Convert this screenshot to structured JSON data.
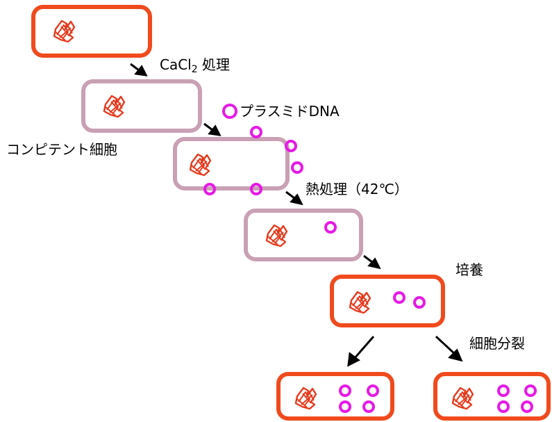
{
  "labels": {
    "cacl2_main": "CaCl",
    "cacl2_sub": "2",
    "cacl2_suffix": "処理",
    "plasmid": "プラスミドDNA",
    "competent": "コンピテント細胞",
    "heat": "熱処理（42℃）",
    "culture": "培養",
    "division": "細胞分裂"
  },
  "colors": {
    "cell_red": "#f04a1d",
    "cell_pink": "#c9a0b4",
    "plasmid": "#e619e6",
    "genome": "#e8391c",
    "arrow": "#000000"
  },
  "icons": {
    "genome": "tangled-dna-icon",
    "plasmid": "ring-icon",
    "arrow": "arrow-icon"
  }
}
